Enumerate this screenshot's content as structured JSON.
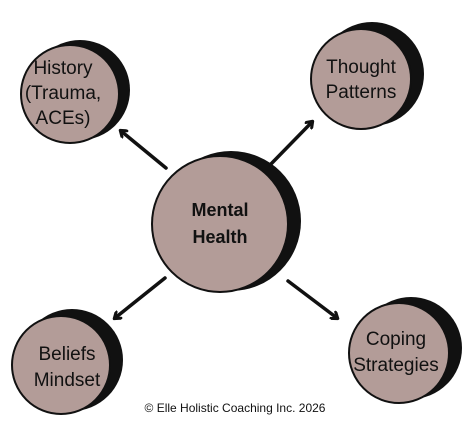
{
  "colors": {
    "node_fill": "#b39c98",
    "node_shadow": "#111111",
    "outline": "#111111",
    "arrow": "#111111",
    "background": "#ffffff"
  },
  "nodes": {
    "center": {
      "lines": [
        "Mental",
        "Health"
      ]
    },
    "history": {
      "lines": [
        "History",
        "(Trauma,",
        "ACEs)"
      ]
    },
    "thought": {
      "lines": [
        "Thought",
        "Patterns"
      ]
    },
    "beliefs": {
      "lines": [
        "Beliefs",
        "Mindset"
      ]
    },
    "coping": {
      "lines": [
        "Coping",
        "Strategies"
      ]
    }
  },
  "footer": {
    "copyright": "© Elle Holistic Coaching Inc. 2026"
  }
}
